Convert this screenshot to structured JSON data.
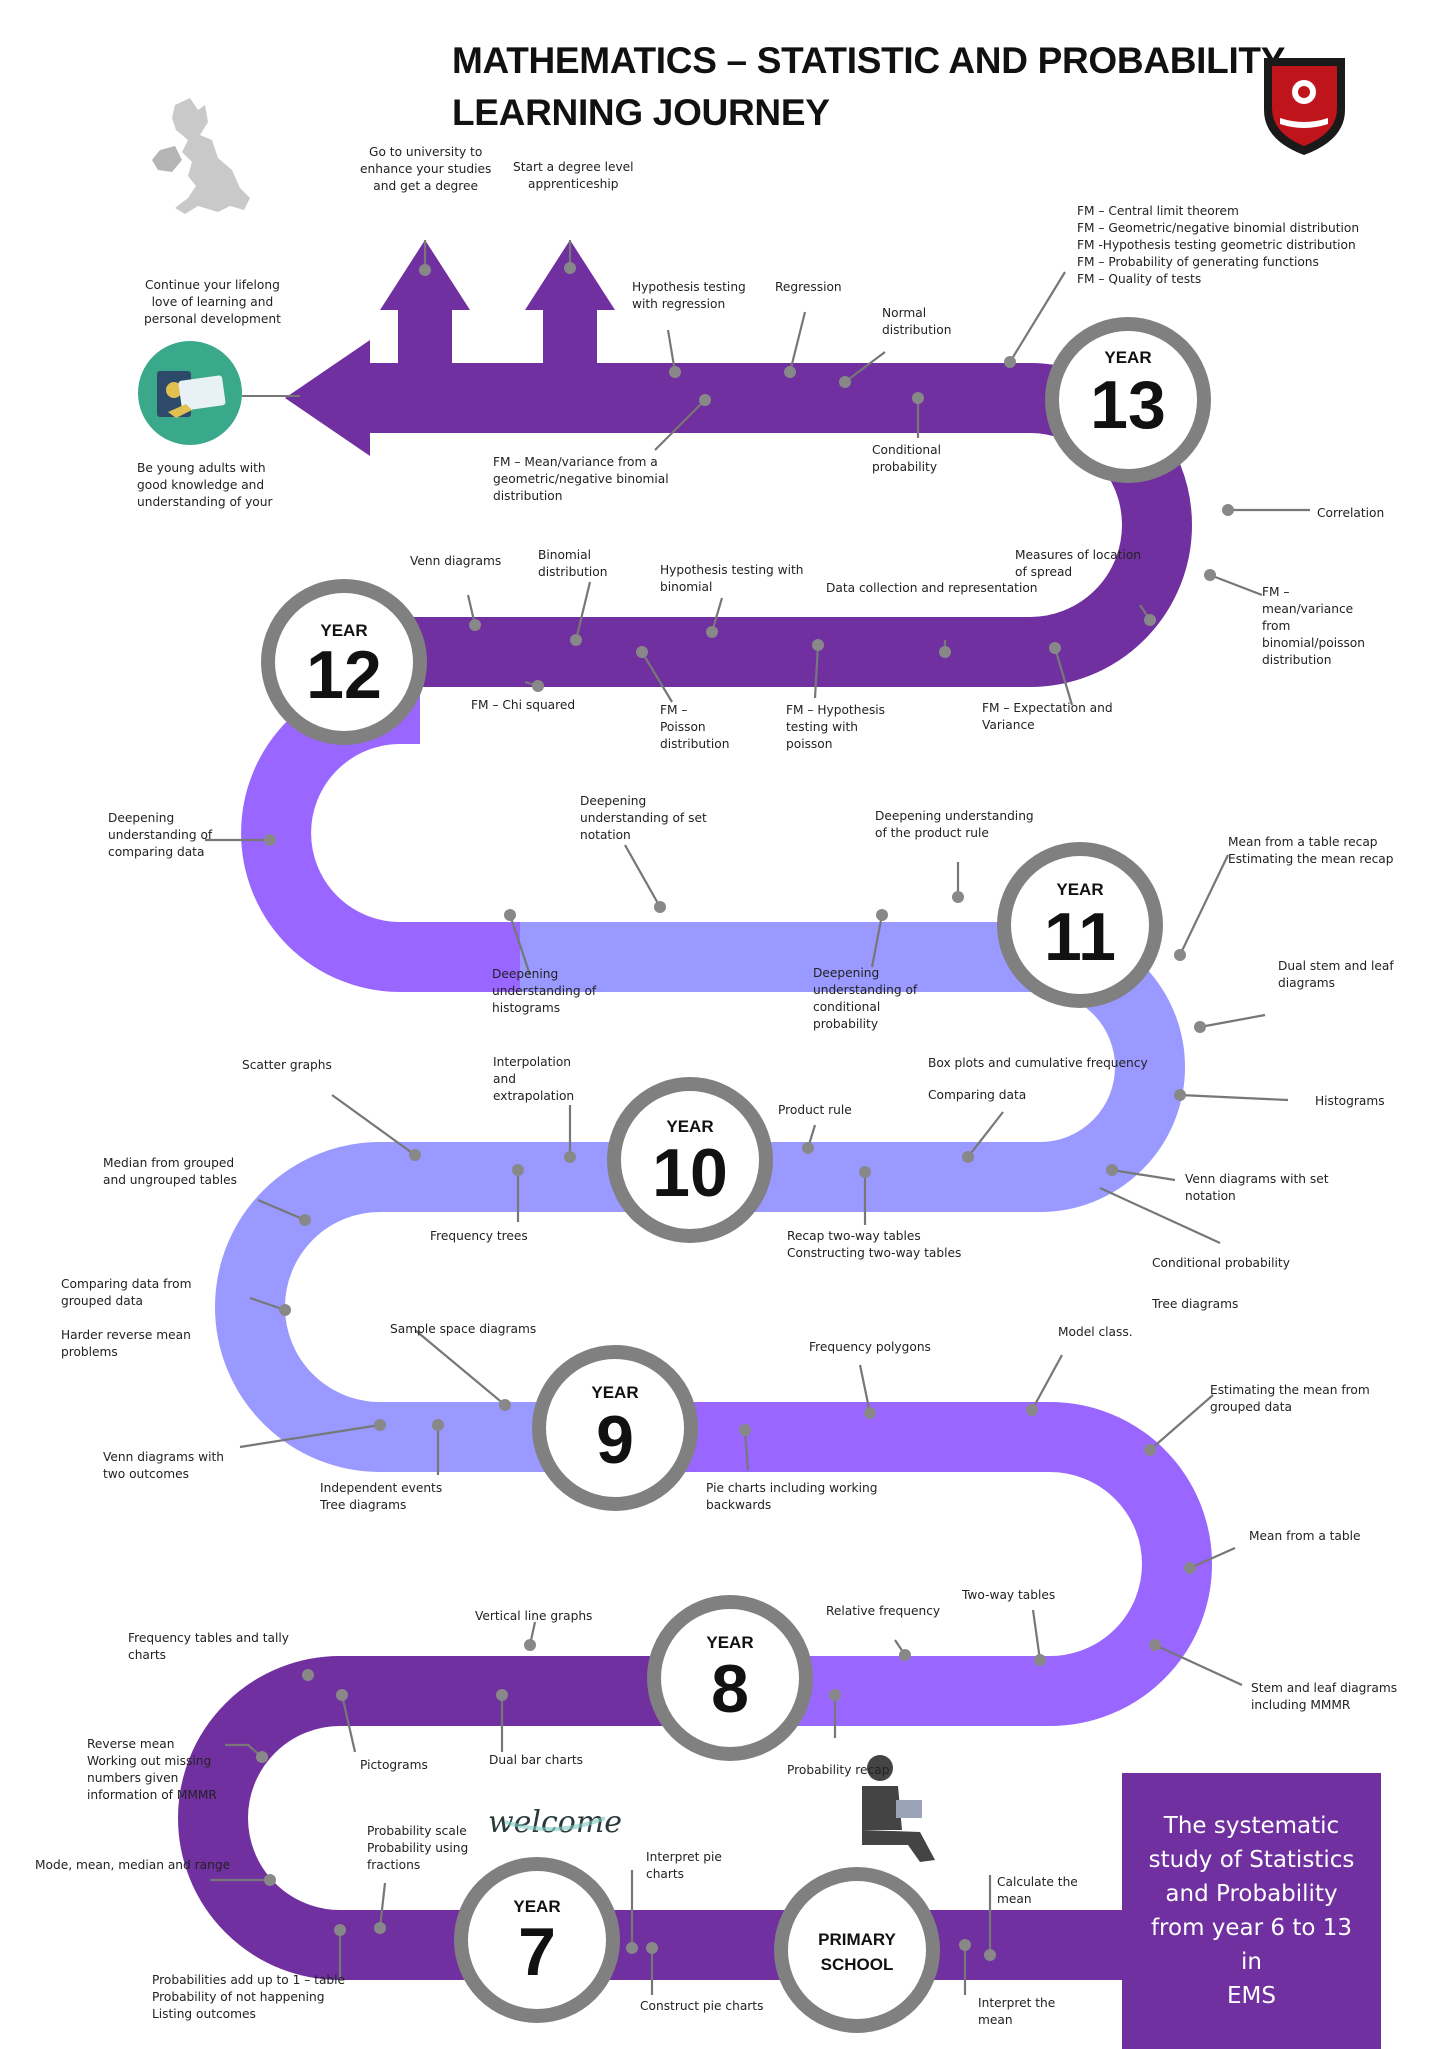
{
  "title": {
    "line1": "MATHEMATICS – STATISTIC AND PROBABILITY",
    "line2": "LEARNING JOURNEY"
  },
  "colors": {
    "path_dark": "#7030a0",
    "path_mid": "#9966ff",
    "path_light": "#9999ff",
    "ring": "#808080",
    "info_box": "#7030a0"
  },
  "icons": [
    "uk-map-icon",
    "school-crest-icon",
    "passport-icon",
    "reading-student-icon",
    "welcome-sign-icon"
  ],
  "stages": [
    {
      "caption": "YEAR",
      "number": "13"
    },
    {
      "caption": "YEAR",
      "number": "12"
    },
    {
      "caption": "YEAR",
      "number": "11"
    },
    {
      "caption": "YEAR",
      "number": "10"
    },
    {
      "caption": "YEAR",
      "number": "9"
    },
    {
      "caption": "YEAR",
      "number": "8"
    },
    {
      "caption": "YEAR",
      "number": "7"
    },
    {
      "caption": "PRIMARY",
      "number": "SCHOOL"
    }
  ],
  "welcome_text": "welcome",
  "info_box": "The systematic\nstudy of Statistics\nand Probability\nfrom year 6 to 13\nin\nEMS",
  "labels": [
    "Go to university to\nenhance your studies\nand get a degree",
    "Start a degree level\napprenticeship",
    "Continue your lifelong\nlove of learning and\npersonal development",
    "Be young adults with\ngood knowledge and\nunderstanding of your",
    "Hypothesis testing\nwith regression",
    "Regression",
    "Normal\ndistribution",
    "FM – Central limit theorem\nFM – Geometric/negative binomial distribution\nFM -Hypothesis testing geometric distribution\nFM – Probability of generating functions\nFM – Quality of tests",
    "FM – Mean/variance from a\ngeometric/negative binomial\ndistribution",
    "Conditional\nprobability",
    "Correlation",
    "Measures of location\nof spread",
    "FM –\nmean/variance\nfrom\nbinomial/poisson\ndistribution",
    "Venn diagrams",
    "Binomial\ndistribution",
    "Hypothesis testing with\nbinomial",
    "Data collection and representation",
    "FM – Chi squared",
    "FM –\nPoisson\ndistribution",
    "FM – Hypothesis\ntesting with\npoisson",
    "FM – Expectation and\nVariance",
    "Deepening\nunderstanding of\ncomparing data",
    "Deepening\nunderstanding of set\nnotation",
    "Deepening understanding\nof the product rule",
    "Mean from a table recap\nEstimating the mean recap",
    "Deepening\nunderstanding of\nhistograms",
    "Deepening\nunderstanding of\nconditional\nprobability",
    "Dual stem and leaf\ndiagrams",
    "Scatter graphs",
    "Interpolation\nand\nextrapolation",
    "Product rule",
    "Box plots and cumulative frequency",
    "Comparing data",
    "Histograms",
    "Median from grouped\nand ungrouped tables",
    "Frequency trees",
    "Recap two-way tables\nConstructing two-way tables",
    "Venn diagrams with set\nnotation",
    "Conditional probability",
    "Tree diagrams",
    "Comparing data from\ngrouped data",
    "Harder reverse mean\nproblems",
    "Sample space diagrams",
    "Frequency polygons",
    "Model class.",
    "Estimating the mean from\ngrouped data",
    "Venn diagrams with\ntwo outcomes",
    "Independent events\nTree diagrams",
    "Pie charts including working\nbackwards",
    "Mean from a table",
    "Vertical line graphs",
    "Relative frequency",
    "Two-way tables",
    "Frequency tables and tally\ncharts",
    "Stem and leaf diagrams\nincluding MMMR",
    "Reverse mean\nWorking out missing\nnumbers given\ninformation of MMMR",
    "Pictograms",
    "Dual bar charts",
    "Probability recap",
    "Probability scale\nProbability using\nfractions",
    "Interpret pie\ncharts",
    "Calculate the\nmean",
    "Mode, mean, median and range",
    "Probabilities add up to 1 – table\nProbability of not happening\nListing outcomes",
    "Construct pie charts",
    "Interpret the\nmean"
  ]
}
